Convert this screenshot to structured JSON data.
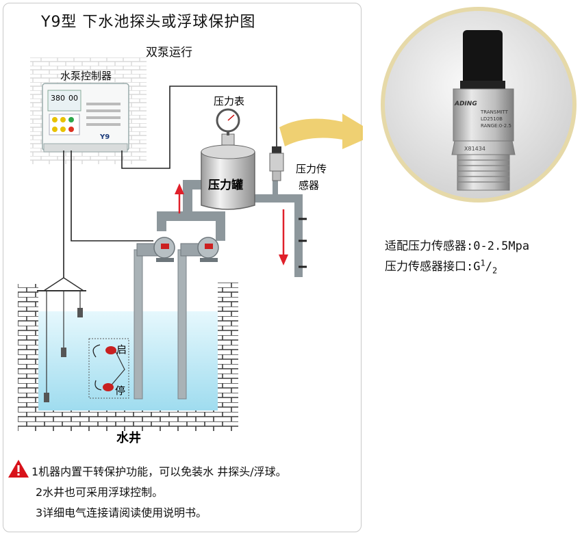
{
  "diagram": {
    "title": "Y9型 下水池探头或浮球保护图",
    "subtitle": "双泵运行",
    "labels": {
      "controller": "水泵控制器",
      "pressure_gauge": "压力表",
      "pressure_tank": "压力罐",
      "pressure_sensor_line1": "压力传",
      "pressure_sensor_line2": "感器",
      "well": "水井",
      "float_start": "启",
      "float_stop": "停"
    },
    "controller_display": {
      "voltage": "380",
      "current": "00",
      "model": "Y9"
    },
    "sensor_product": {
      "brand": "ADING",
      "line1": "TRANSMITT",
      "line2": "LD2510B",
      "line3": "RANGE:0-2.5",
      "serial": "X81434"
    }
  },
  "specs": {
    "line1": "适配压力传感器:0-2.5Mpa",
    "line2_prefix": "压力传感器接口:G",
    "line2_fraction_num": "1",
    "line2_fraction_den": "2"
  },
  "notes": [
    "1机器内置干转保护功能，可以免装水 井探头/浮球。",
    "2水井也可采用浮球控制。",
    "3详细电气连接请阅读使用说明书。"
  ],
  "colors": {
    "water": "#bfe8f5",
    "pipe": "#9aa4aa",
    "arrow_red": "#e0202a",
    "warning_red": "#d8121a",
    "arrow_gold": "#e8c44a",
    "circle_border": "#e6d9a8"
  }
}
